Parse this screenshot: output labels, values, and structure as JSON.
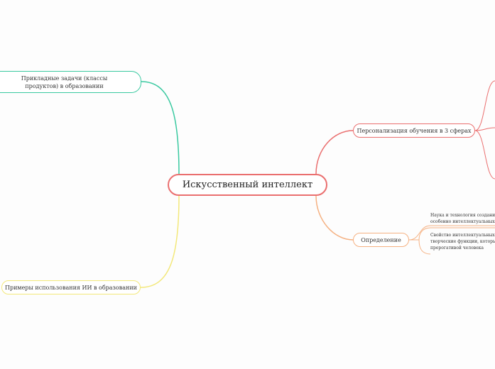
{
  "root": {
    "label": "Искусственный интеллект"
  },
  "branches": {
    "applied": {
      "label": "Прикладные задачи (классы продуктов) в образовании"
    },
    "examples": {
      "label": "Примеры использования ИИ в образовании"
    },
    "personalization": {
      "label": "Персонализация обучения в 3 сферах"
    },
    "definition": {
      "label": "Определение",
      "items": [
        {
          "lines": [
            "Наука и технология создания и",
            "особенно интеллектуальных к"
          ]
        },
        {
          "lines": [
            "Свойство интеллектуальных с",
            "творческие функции, которые",
            "прерогативой человека"
          ]
        }
      ]
    }
  },
  "colors": {
    "root": "#ea6f6f",
    "applied": "#39c9a0",
    "examples": "#f3e87a",
    "personalization": "#ea6f6f",
    "definition": "#f5b182"
  }
}
